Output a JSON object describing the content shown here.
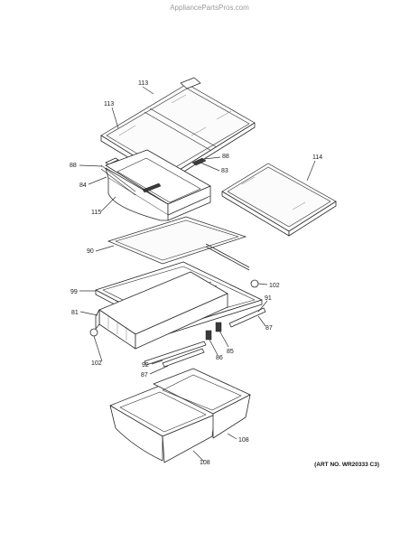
{
  "watermark": "AppliancePartsPros.com",
  "art_number": "(ART NO. WR20333 C3)",
  "callouts": {
    "c113a": "113",
    "c113b": "113",
    "c114": "114",
    "c88a": "88",
    "c83": "83",
    "c88b": "88",
    "c84": "84",
    "c115": "115",
    "c90": "90",
    "c102a": "102",
    "c99": "99",
    "c91": "91",
    "c81": "81",
    "c87a": "87",
    "c85": "85",
    "c86": "86",
    "c102b": "102",
    "c92": "92",
    "c87b": "87",
    "c108a": "108",
    "c108b": "108"
  }
}
